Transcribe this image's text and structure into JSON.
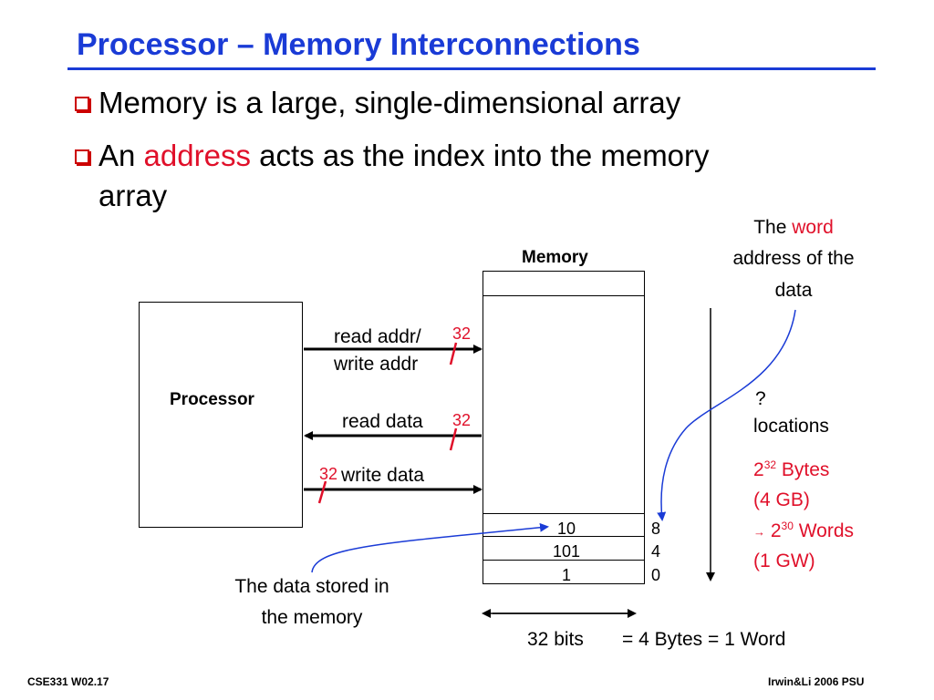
{
  "slide": {
    "title": "Processor – Memory Interconnections",
    "bullets": [
      {
        "text": "Memory is a large, single-dimensional array"
      },
      {
        "prefix": "An ",
        "highlight": "address",
        "suffix": " acts as the index into the memory",
        "line2": "array"
      }
    ]
  },
  "diagram": {
    "processor_label": "Processor",
    "memory_label": "Memory",
    "signals": {
      "read_addr_line1": "read addr/",
      "read_addr_line2": "write addr",
      "read_addr_width": "32",
      "read_data": "read data",
      "read_data_width": "32",
      "write_data": "write data",
      "write_data_width": "32"
    },
    "memory_rows": [
      {
        "value": "10",
        "address": "8"
      },
      {
        "value": "101",
        "address": "4"
      },
      {
        "value": "1",
        "address": "0"
      }
    ],
    "word_address_note": {
      "prefix": "The ",
      "highlight": "word",
      "line2": "address of the",
      "line3": "data"
    },
    "locations_q": "?",
    "locations_label": "locations",
    "capacity": {
      "bytes_base": "2",
      "bytes_exp": "32",
      "bytes_unit": " Bytes",
      "bytes_gb": "(4 GB)",
      "arrow": "→",
      "words_base": "2",
      "words_exp": "30",
      "words_unit": " Words",
      "words_gw": "(1 GW)"
    },
    "stored_note_line1": "The data stored in",
    "stored_note_line2": "the memory",
    "width_label_bits": "32 bits",
    "width_label_eq": "= 4 Bytes = 1 Word"
  },
  "footer": {
    "left": "CSE331  W02.17",
    "right": "Irwin&Li 2006 PSU"
  },
  "colors": {
    "title": "#1a3bd6",
    "highlight": "#e0102a",
    "note_curve": "#1a3bd6"
  }
}
